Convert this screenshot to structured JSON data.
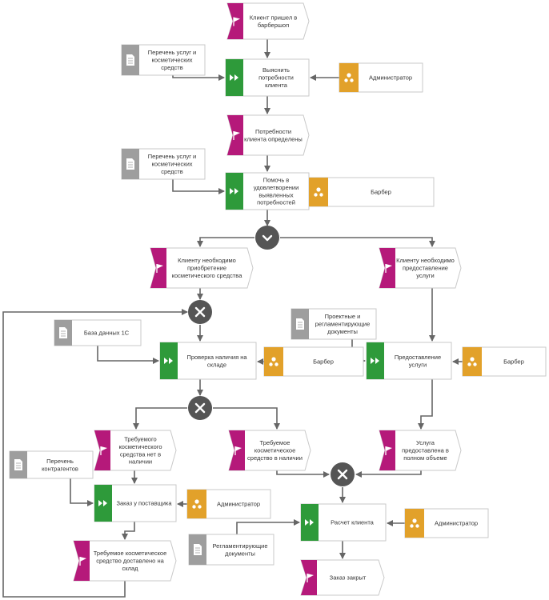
{
  "events": {
    "e1": "Клиент пришел в барбершоп",
    "e2": "Потребности клиента определены",
    "e3": "Клиенту необходимо приобретение косметического средства",
    "e4": "Клиенту необходимо предоставление услуги",
    "e5": "Требуемого косметического средства нет в наличии",
    "e6": "Требуемое косметическое средство в наличии",
    "e7": "Услуга предоставлена в полном объеме",
    "e8": "Требуемое косметическое средство доставлено на склад",
    "e9": "Заказ закрыт"
  },
  "functions": {
    "f1": "Выяснить потребности клиента",
    "f2": "Помочь в удовлетворении выявленных потребностей",
    "f3": "Проверка наличия на складе",
    "f4": "Предоставление услуги",
    "f5": "Заказ у поставщика",
    "f6": "Расчет клиента"
  },
  "roles": {
    "r1": "Администратор",
    "r2": "Барбер",
    "r3": "Барбер",
    "r4": "Барбер",
    "r5": "Администратор",
    "r6": "Администратор"
  },
  "documents": {
    "d1": "Перечень услуг и косметических средств",
    "d2": "Перечень услуг и косметических средств",
    "d3": "База данных 1С",
    "d4": "Проектные и регламентирующие документы",
    "d5": "Перечень контрагентов",
    "d6": "Регламентирующие документы"
  },
  "colors": {
    "event": "#b5197a",
    "function": "#2e9a3a",
    "role": "#e2a12a",
    "document": "#9e9e9e",
    "gate": "#555555",
    "line": "#666666"
  }
}
